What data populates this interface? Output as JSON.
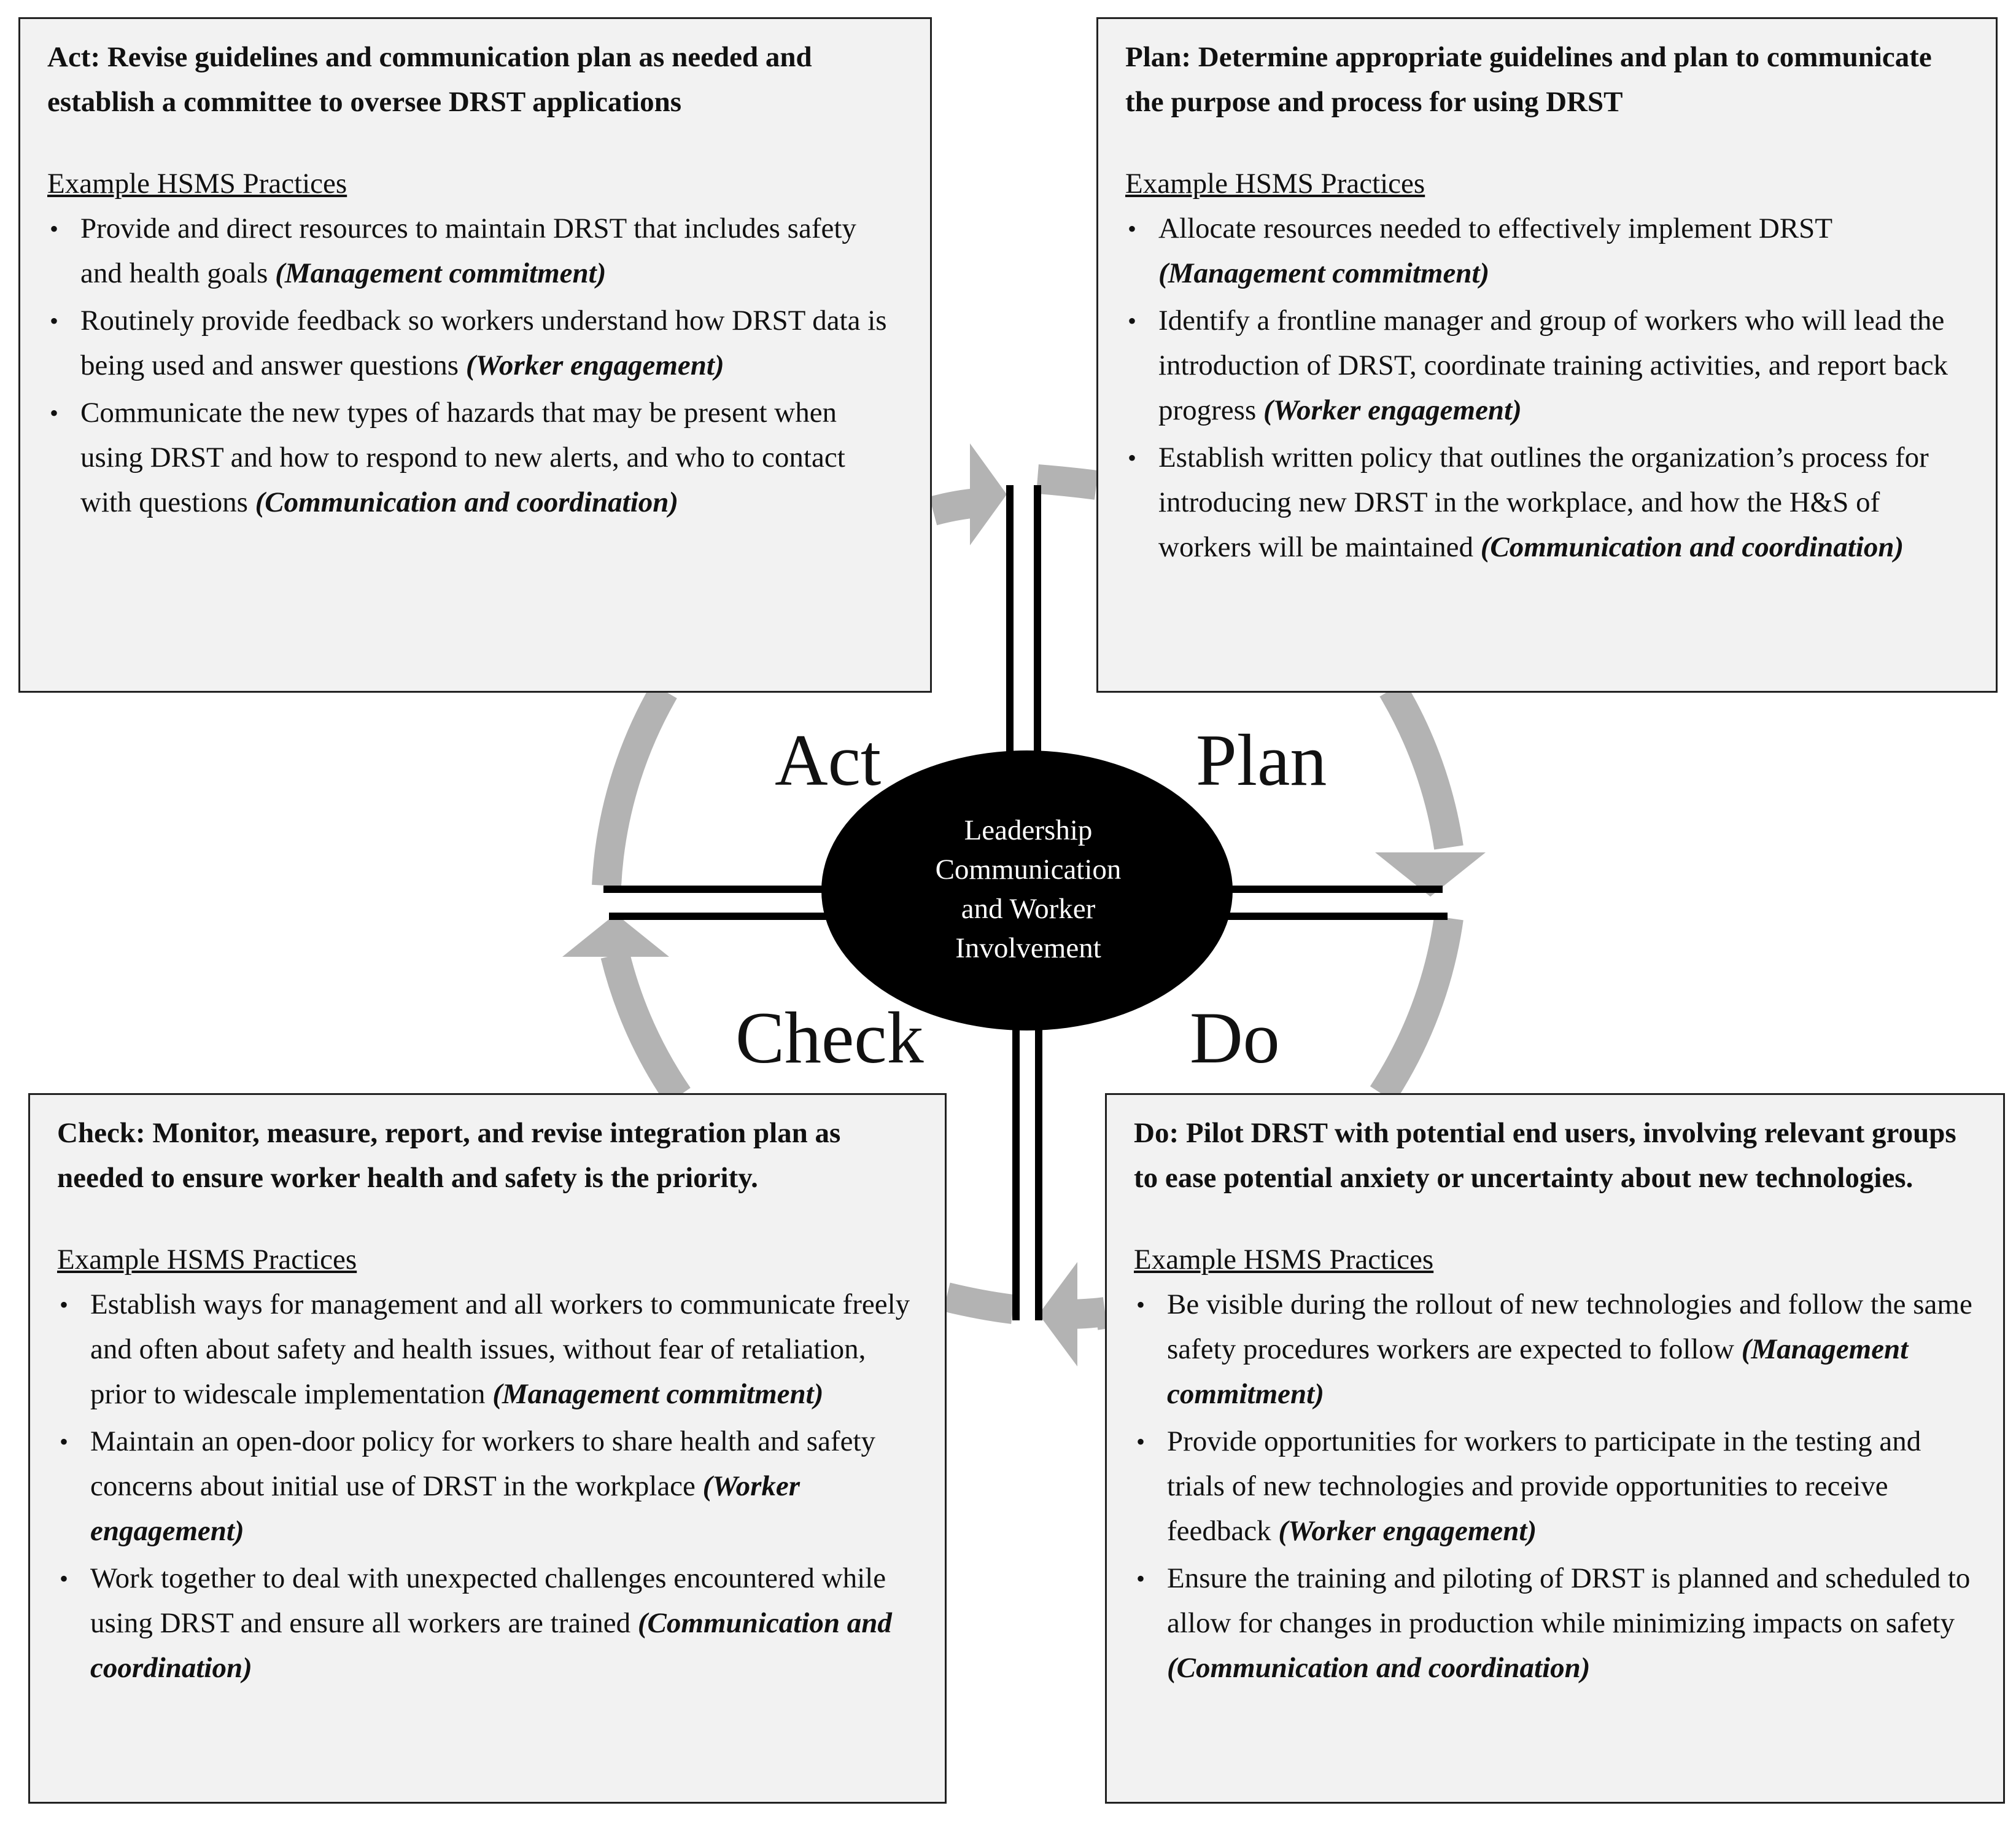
{
  "center": {
    "lines": [
      "Leadership",
      "Communication",
      "and Worker",
      "Involvement"
    ]
  },
  "phases": {
    "act": "Act",
    "plan": "Plan",
    "check": "Check",
    "do": "Do"
  },
  "colors": {
    "box_fill": "#f2f2f2",
    "arrow": "#b3b3b3",
    "center_fill": "#000000",
    "center_text": "#ffffff"
  },
  "boxes": {
    "act": {
      "heading": "Act: Revise guidelines and communication plan as needed and establish a committee to oversee DRST applications",
      "subheading": "Example HSMS Practices",
      "items": [
        {
          "text": "Provide and direct resources to maintain DRST that includes safety and health goals",
          "tag": "(Management commitment)"
        },
        {
          "text": "Routinely provide feedback so workers understand how DRST data is being used and answer questions",
          "tag": "(Worker engagement)"
        },
        {
          "text": "Communicate the new types of hazards that may be present when using DRST and how to respond to new alerts, and who to contact with questions",
          "tag": "(Communication and coordination)"
        }
      ]
    },
    "plan": {
      "heading": "Plan: Determine appropriate guidelines and plan to communicate the purpose and process for using DRST",
      "subheading": "Example HSMS Practices",
      "items": [
        {
          "text": "Allocate resources needed to effectively implement DRST",
          "tag": "(Management commitment)"
        },
        {
          "text": "Identify a frontline manager and group of workers who will lead the introduction of DRST, coordinate training activities, and report back progress",
          "tag": "(Worker engagement)"
        },
        {
          "text": "Establish written policy that outlines the organization’s process for introducing new DRST in the workplace, and how the H&S of workers will be maintained",
          "tag": "(Communication and coordination)"
        }
      ]
    },
    "check": {
      "heading": "Check: Monitor, measure, report, and revise integration plan as needed to ensure worker health and safety is the priority.",
      "subheading": "Example HSMS Practices",
      "items": [
        {
          "text": "Establish ways for management and all workers to communicate freely and often about safety and health issues, without fear of retaliation, prior to widescale implementation",
          "tag": "(Management commitment)"
        },
        {
          "text": "Maintain an open-door policy for workers to share health and safety concerns about initial use of DRST in the workplace",
          "tag": "(Worker engagement)"
        },
        {
          "text": "Work together to deal with unexpected challenges encountered while using DRST and ensure all workers are trained",
          "tag": "(Communication and coordination)"
        }
      ]
    },
    "do": {
      "heading": "Do: Pilot DRST with potential end users, involving relevant groups to ease potential anxiety or uncertainty about new technologies.",
      "subheading": "Example HSMS Practices",
      "items": [
        {
          "text": "Be visible during the rollout of new technologies and follow the same safety procedures workers are expected to follow",
          "tag": "(Management commitment)"
        },
        {
          "text": "Provide opportunities for workers to participate in the testing and trials of new technologies and provide opportunities to receive feedback",
          "tag": "(Worker engagement)"
        },
        {
          "text": "Ensure the training and piloting of DRST is planned and scheduled to allow for changes in production while minimizing impacts on safety",
          "tag": "(Communication and coordination)"
        }
      ]
    }
  }
}
